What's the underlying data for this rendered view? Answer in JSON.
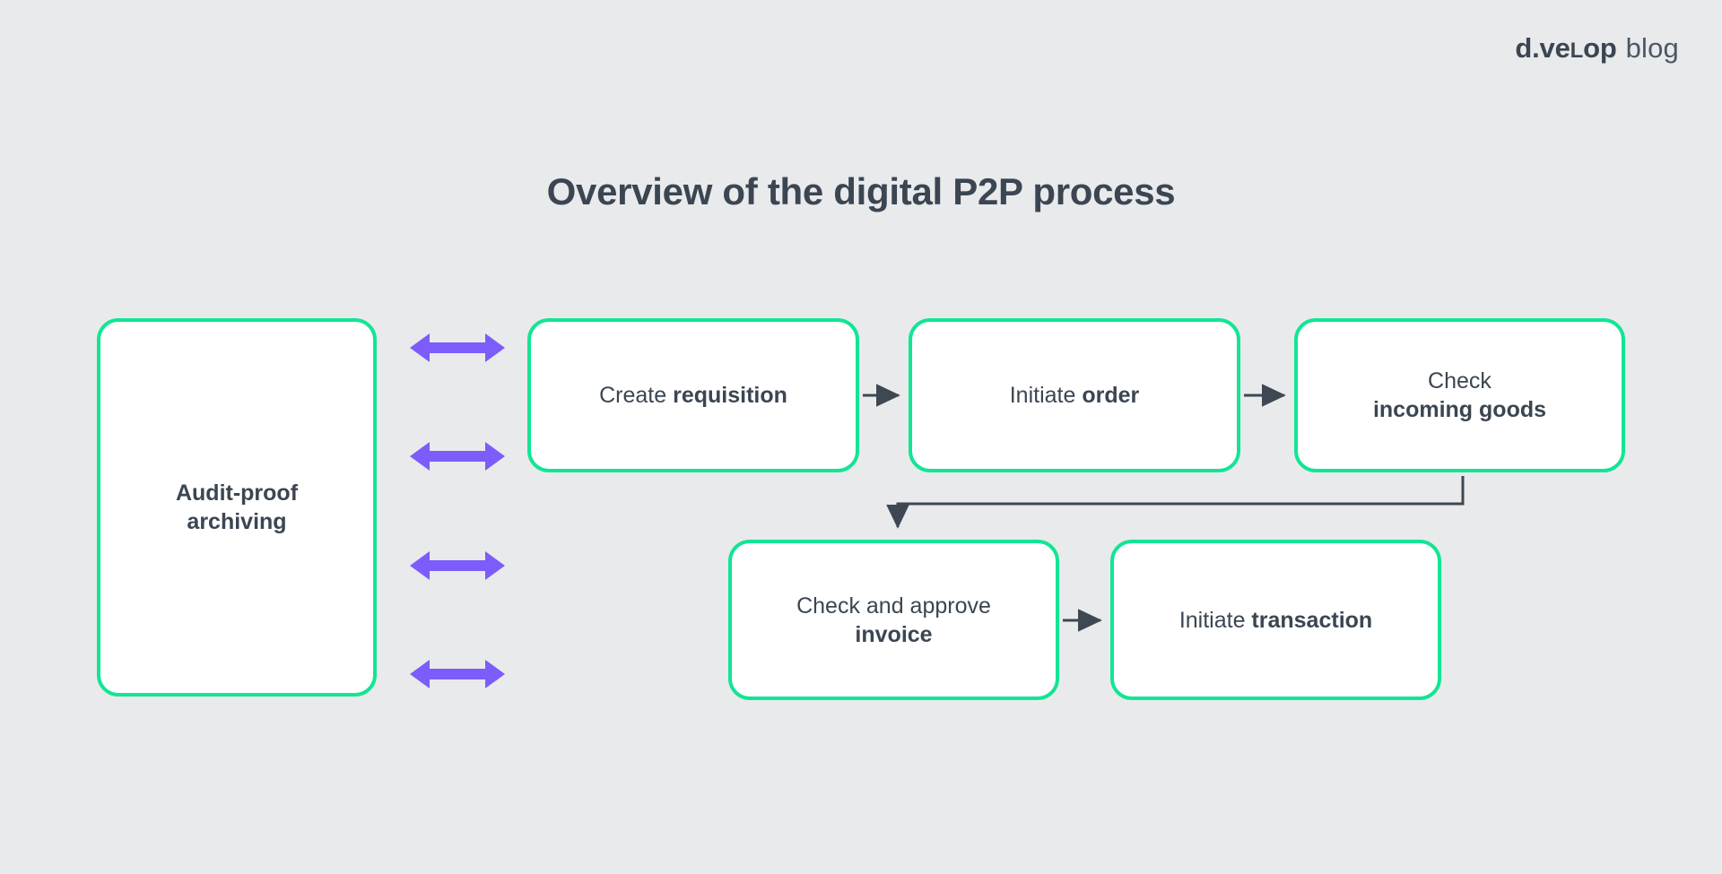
{
  "page": {
    "background_color": "#e9eaec",
    "title": "Overview of the digital P2P process"
  },
  "brand": {
    "mark_part1": "d.ve",
    "mark_smallcap": "L",
    "mark_part2": "op",
    "word": "blog",
    "color": "#3b4652"
  },
  "colors": {
    "node_border": "#12e594",
    "node_fill": "#ffffff",
    "text": "#3b4652",
    "flow_arrow": "#3d4852",
    "sync_arrow": "#7c5cfa"
  },
  "diagram": {
    "type": "process-flow",
    "nodes": [
      {
        "id": "archiving",
        "name": "audit-proof-archiving",
        "lines": [
          {
            "text": "Audit-proof",
            "weight": "bold"
          },
          {
            "text": "archiving",
            "weight": "bold"
          }
        ]
      },
      {
        "id": "requisition",
        "name": "create-requisition",
        "lines": [
          {
            "text": "Create ",
            "weight": "regular",
            "emphasis": "requisition"
          }
        ]
      },
      {
        "id": "order",
        "name": "initiate-order",
        "lines": [
          {
            "text": "Initiate ",
            "weight": "regular",
            "emphasis": "order"
          }
        ]
      },
      {
        "id": "goods",
        "name": "check-incoming-goods",
        "lines": [
          {
            "text": "Check",
            "weight": "regular"
          },
          {
            "text": "incoming goods",
            "weight": "bold"
          }
        ]
      },
      {
        "id": "invoice",
        "name": "check-and-approve-invoice",
        "lines": [
          {
            "text": "Check and approve",
            "weight": "regular"
          },
          {
            "text": "invoice",
            "weight": "bold"
          }
        ]
      },
      {
        "id": "transaction",
        "name": "initiate-transaction",
        "lines": [
          {
            "text": "Initiate ",
            "weight": "regular",
            "emphasis": "transaction"
          }
        ]
      }
    ],
    "flow_connectors": [
      {
        "from": "requisition",
        "to": "order",
        "style": "straight-right"
      },
      {
        "from": "order",
        "to": "goods",
        "style": "straight-right"
      },
      {
        "from": "goods",
        "to": "invoice",
        "style": "elbow-down-left"
      },
      {
        "from": "invoice",
        "to": "transaction",
        "style": "straight-right"
      }
    ],
    "sync_connectors": [
      {
        "from": "archiving",
        "to": "process-column",
        "direction": "bidirectional",
        "index": 1
      },
      {
        "from": "archiving",
        "to": "process-column",
        "direction": "bidirectional",
        "index": 2
      },
      {
        "from": "archiving",
        "to": "process-column",
        "direction": "bidirectional",
        "index": 3
      },
      {
        "from": "archiving",
        "to": "process-column",
        "direction": "bidirectional",
        "index": 4
      }
    ]
  },
  "node_text": {
    "archiving_line1": "Audit-proof",
    "archiving_line2": "archiving",
    "requisition_prefix": "Create ",
    "requisition_bold": "requisition",
    "order_prefix": "Initiate ",
    "order_bold": "order",
    "goods_line1": "Check",
    "goods_line2": "incoming goods",
    "invoice_line1": "Check and approve",
    "invoice_line2": "invoice",
    "transaction_prefix": "Initiate ",
    "transaction_bold": "transaction"
  }
}
